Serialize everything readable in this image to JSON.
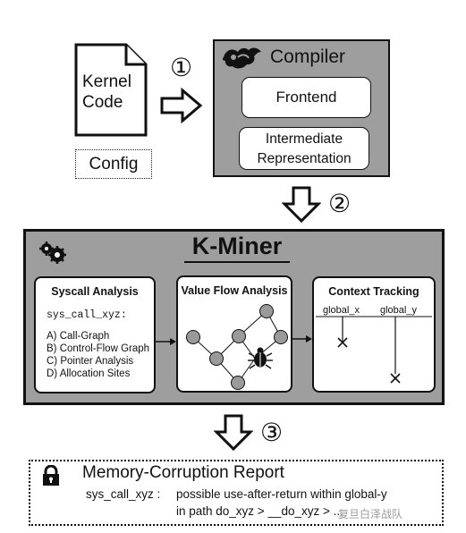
{
  "input": {
    "kernel_code": [
      "Kernel",
      "Code"
    ],
    "config": "Config"
  },
  "steps": [
    "①",
    "②",
    "③"
  ],
  "compiler": {
    "title": "Compiler",
    "frontend": "Frontend",
    "ir": [
      "Intermediate",
      "Representation"
    ]
  },
  "kminer": {
    "title": "K-Miner",
    "syscall_panel": {
      "title": "Syscall Analysis",
      "code": "sys_call_xyz:",
      "items": [
        "A) Call-Graph",
        "B) Control-Flow Graph",
        "C) Pointer Analysis",
        "D) Allocation Sites"
      ]
    },
    "value_flow_panel": {
      "title": "Value Flow Analysis"
    },
    "context_panel": {
      "title": "Context Tracking",
      "globals": [
        "global_x",
        "global_y"
      ]
    }
  },
  "report": {
    "title": "Memory-Corruption Report",
    "syscall": "sys_call_xyz :",
    "line1": "possible use-after-return within global-y",
    "line2": "in path do_xyz > __do_xyz > ...",
    "watermark": "复旦白泽战队"
  },
  "colors": {
    "panel_gray": "#9e9e9e",
    "node_gray": "#9a9a9a",
    "border": "#111111"
  }
}
